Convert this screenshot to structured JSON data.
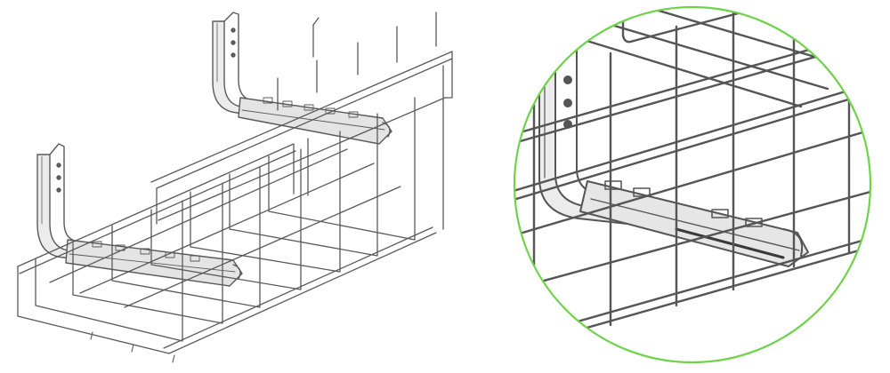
{
  "figure": {
    "views": [
      {
        "id": "overview",
        "content": "wire-mesh-cable-tray-with-wall-brackets"
      },
      {
        "id": "detail",
        "content": "magnified-bracket-and-clip-connection"
      }
    ],
    "colors": {
      "background": "#ffffff",
      "wire_stroke": "#5a5a5a",
      "metal_fill": "#e9e9e9",
      "metal_dark": "#9a9a9a",
      "highlight_circle": "#6fd34a"
    }
  }
}
